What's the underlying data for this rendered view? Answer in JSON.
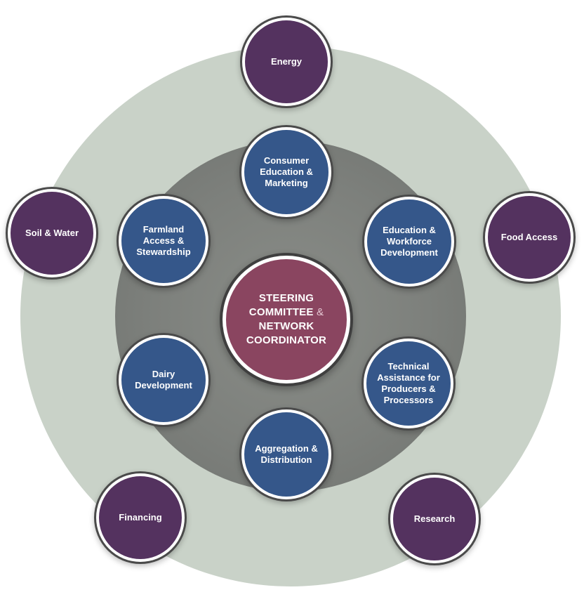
{
  "center": {
    "line1": "STEERING",
    "line2": "COMMITTEE",
    "amp": "&",
    "line3": "NETWORK",
    "line4": "COORDINATOR"
  },
  "inner_ring": {
    "consumer_education": "Consumer Education & Marketing",
    "education_workforce": "Education & Workforce Development",
    "technical_assistance": "Technical Assistance for Producers & Processors",
    "aggregation": "Aggregation & Distribution",
    "dairy": "Dairy Development",
    "farmland": "Farmland Access & Stewardship"
  },
  "outer_ring": {
    "energy": "Energy",
    "food_access": "Food Access",
    "research": "Research",
    "financing": "Financing",
    "soil_water": "Soil & Water"
  },
  "colors": {
    "outer_nodes": "#54325f",
    "inner_nodes": "#35578a",
    "center_node": "#8a4560",
    "outer_ring_bg": "#c9d2c8",
    "inner_ring_bg": "#7d807c"
  }
}
